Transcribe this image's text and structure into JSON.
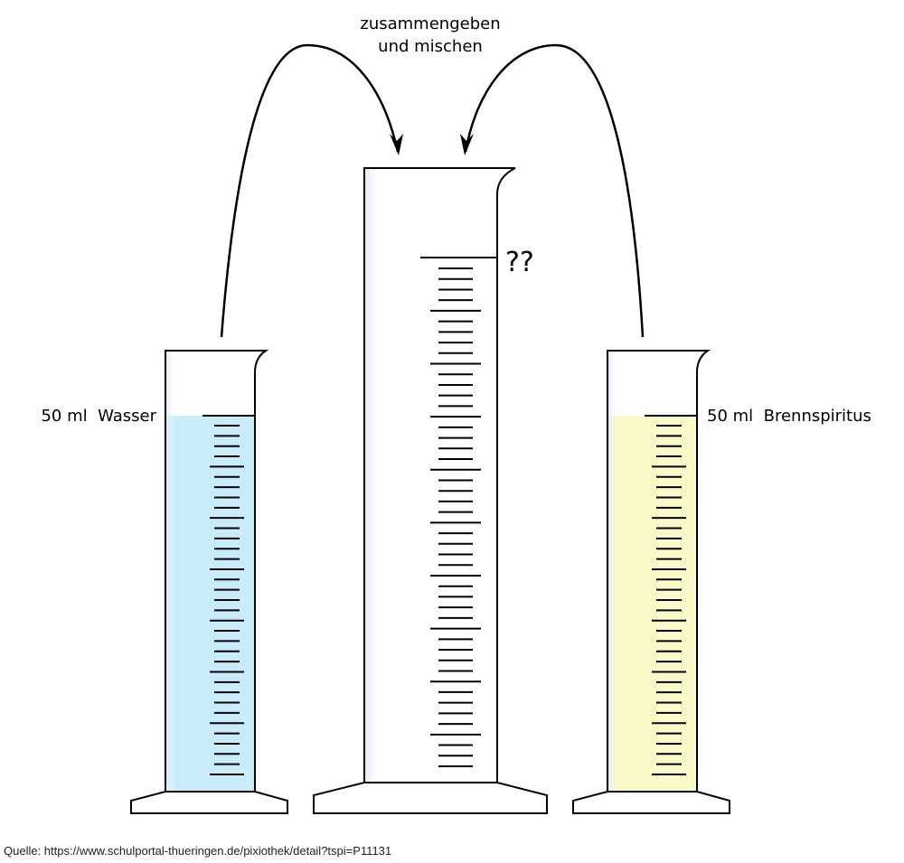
{
  "instruction": {
    "line1": "zusammengeben",
    "line2": "und mischen"
  },
  "left_cylinder": {
    "label": "50 ml  Wasser",
    "liquid_color": "#c8ecfa",
    "volume_ml": 50
  },
  "right_cylinder": {
    "label": "50 ml  Brennspiritus",
    "liquid_color": "#fafac8",
    "volume_ml": 50
  },
  "middle_cylinder": {
    "label": "??"
  },
  "source": "Quelle: https://www.schulportal-thueringen.de/pixiothek/detail?tspi=P11131"
}
